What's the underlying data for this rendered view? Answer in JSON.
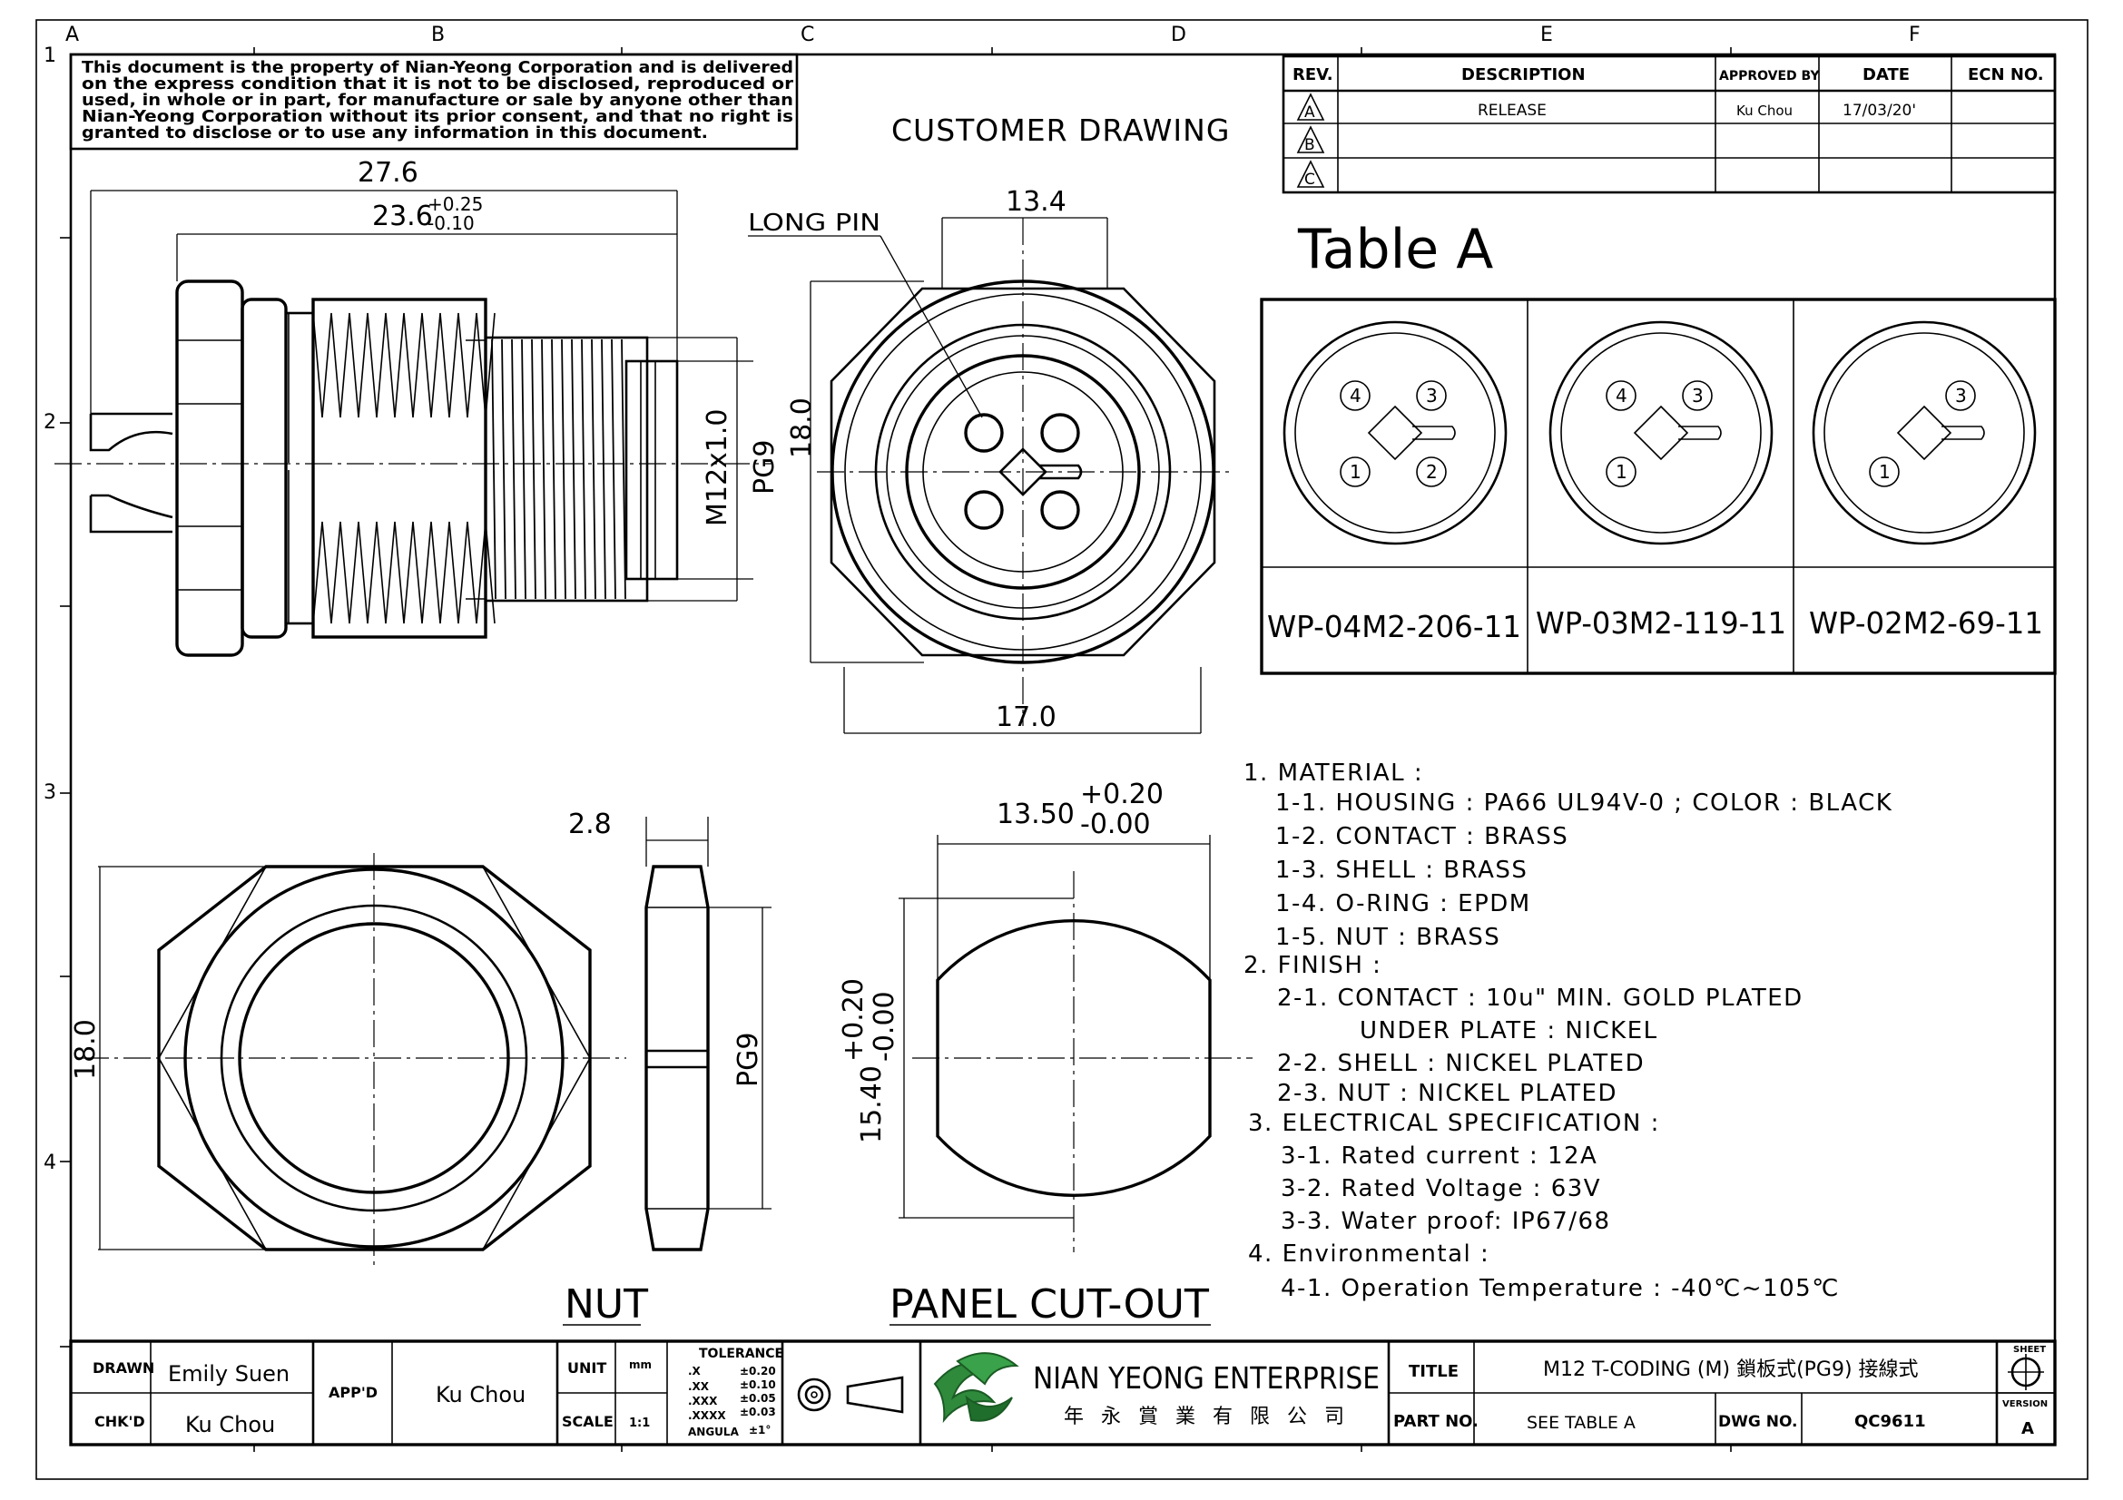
{
  "zone_letters": [
    "A",
    "B",
    "C",
    "D",
    "E",
    "F"
  ],
  "zone_numbers": [
    "1",
    "2",
    "3",
    "4"
  ],
  "disclaimer": [
    "This document is the property of Nian-Yeong Corporation and is delivered",
    "on  the  express condition that it is not to be disclosed, reproduced or",
    "used, in whole or in part, for manufacture or sale by anyone other than",
    "Nian-Yeong Corporation without  its prior consent, and that  no right  is",
    "granted to disclose or to use any information in this  document."
  ],
  "heading": "CUSTOMER  DRAWING",
  "revision_table": {
    "headers": [
      "REV.",
      "DESCRIPTION",
      "APPROVED BY",
      "DATE",
      "ECN NO."
    ],
    "rows": [
      {
        "rev": "A",
        "description": "RELEASE",
        "approved_by": "Ku Chou",
        "date": "17/03/20'",
        "ecn": ""
      },
      {
        "rev": "B",
        "description": "",
        "approved_by": "",
        "date": "",
        "ecn": ""
      },
      {
        "rev": "C",
        "description": "",
        "approved_by": "",
        "date": "",
        "ecn": ""
      }
    ]
  },
  "table_a": {
    "title": "Table A",
    "items": [
      {
        "part": "WP-04M2-206-11",
        "pins": [
          "4",
          "3",
          "1",
          "2"
        ]
      },
      {
        "part": "WP-03M2-119-11",
        "pins": [
          "4",
          "3",
          "1"
        ]
      },
      {
        "part": "WP-02M2-69-11",
        "pins": [
          "3",
          "1"
        ]
      }
    ]
  },
  "dimensions": {
    "side_overall": "27.6",
    "side_body": "23.6",
    "side_body_tol_plus": "+0.25",
    "side_body_tol_minus": "-0.10",
    "thread": "M12x1.0",
    "pg": "PG9",
    "front_height": "18.0",
    "front_top": "13.4",
    "front_bottom": "17.0",
    "long_pin": "LONG PIN",
    "nut_height": "18.0",
    "nut_thickness": "2.8",
    "nut_pg": "PG9",
    "cut_width": "13.50",
    "cut_width_tol_plus": "+0.20",
    "cut_width_tol_minus": "-0.00",
    "cut_height": "15.40",
    "cut_height_tol_plus": "+0.20",
    "cut_height_tol_minus": "-0.00"
  },
  "view_labels": {
    "nut": "NUT",
    "panel": "PANEL  CUT-OUT"
  },
  "notes": [
    "1. MATERIAL :",
    "1-1. HOUSING : PA66  UL94V-0 ; COLOR : BLACK",
    "1-2. CONTACT : BRASS",
    "1-3. SHELL : BRASS",
    "1-4. O-RING : EPDM",
    "1-5. NUT : BRASS",
    "2. FINISH :",
    "2-1. CONTACT : 10u\" MIN. GOLD PLATED",
    "UNDER PLATE : NICKEL",
    "2-2. SHELL : NICKEL PLATED",
    "2-3. NUT : NICKEL PLATED",
    "3. ELECTRICAL SPECIFICATION :",
    "3-1. Rated current : 12A",
    "3-2. Rated Voltage : 63V",
    "3-3. Water proof: IP67/68",
    "4. Environmental :",
    "4-1. Operation Temperature : -40℃~105℃"
  ],
  "title_block": {
    "drawn_label": "DRAWN",
    "drawn": "Emily Suen",
    "chkd_label": "CHK'D",
    "chkd": "Ku Chou",
    "appd_label": "APP'D",
    "appd": "Ku Chou",
    "unit_label": "UNIT",
    "unit": "mm",
    "scale_label": "SCALE",
    "scale": "1:1",
    "tolerance_label": "TOLERANCE",
    "tolerances": [
      {
        "k": ".X",
        "v": "±0.20"
      },
      {
        "k": ".XX",
        "v": "±0.10"
      },
      {
        "k": ".XXX",
        "v": "±0.05"
      },
      {
        "k": ".XXXX",
        "v": "±0.03"
      },
      {
        "k": "ANGULA",
        "v": "±1°"
      }
    ],
    "company": "NIAN YEONG ENTERPRISE",
    "company_cn": "年 永 賞 業 有 限 公 司",
    "title_label": "TITLE",
    "title": "M12  T-CODING  (M)  鎖板式(PG9)  接線式",
    "part_label": "PART NO.",
    "part": "SEE  TABLE  A",
    "dwg_label": "DWG NO.",
    "dwg": "QC9611",
    "sheet_label": "SHEET",
    "version_label": "VERSION",
    "version": "A"
  }
}
